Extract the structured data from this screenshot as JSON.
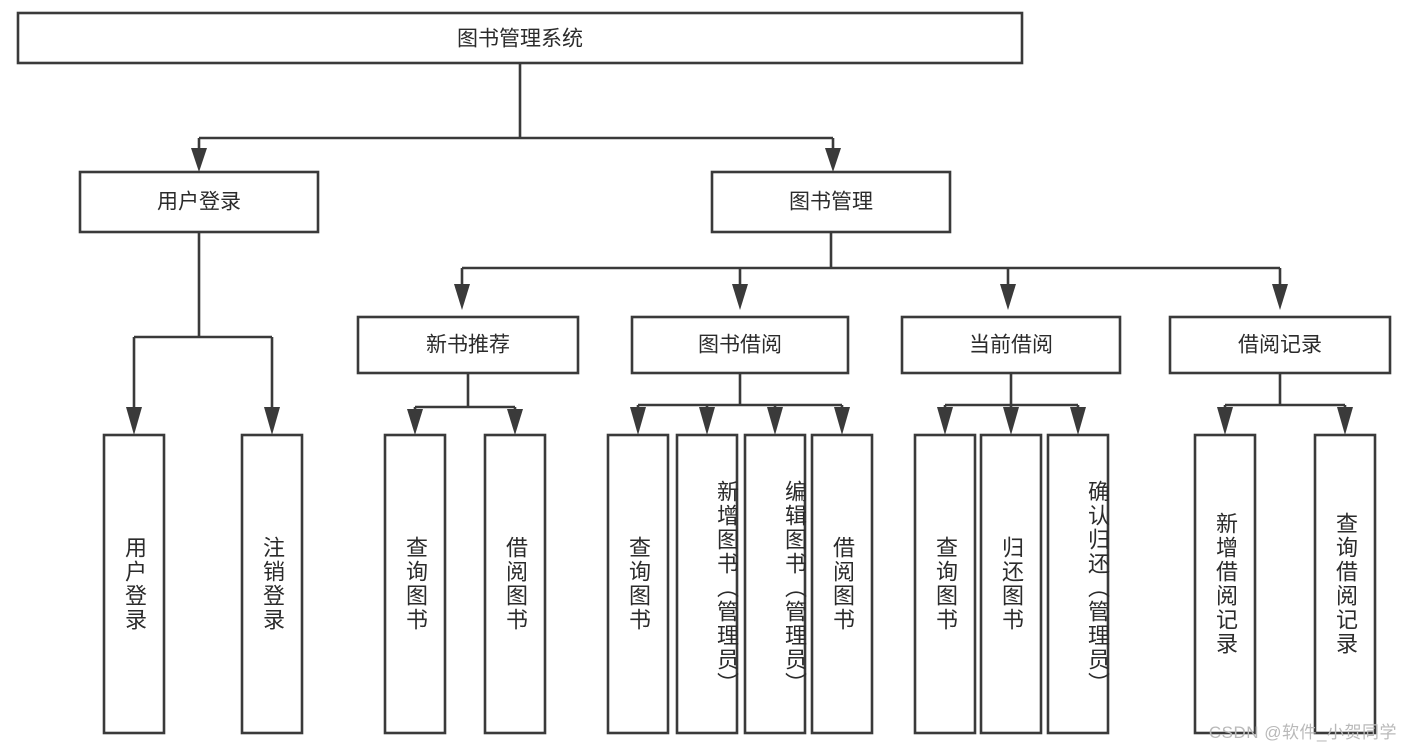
{
  "diagram": {
    "type": "tree-hierarchy",
    "title": "图书管理系统",
    "root": {
      "label": "图书管理系统"
    },
    "level1": [
      {
        "label": "用户登录"
      },
      {
        "label": "图书管理"
      }
    ],
    "level2": [
      {
        "label": "新书推荐"
      },
      {
        "label": "图书借阅"
      },
      {
        "label": "当前借阅"
      },
      {
        "label": "借阅记录"
      }
    ],
    "leaf_groups": [
      {
        "parent": "用户登录",
        "leaves": [
          {
            "label": "用户登录"
          },
          {
            "label": "注销登录"
          }
        ]
      },
      {
        "parent": "新书推荐",
        "leaves": [
          {
            "label": "查询图书"
          },
          {
            "label": "借阅图书"
          }
        ]
      },
      {
        "parent": "图书借阅",
        "leaves": [
          {
            "label": "查询图书"
          },
          {
            "label": "新增图书（管理员）"
          },
          {
            "label": "编辑图书（管理员）"
          },
          {
            "label": "借阅图书"
          }
        ]
      },
      {
        "parent": "当前借阅",
        "leaves": [
          {
            "label": "查询图书"
          },
          {
            "label": "归还图书"
          },
          {
            "label": "确认归还（管理员）"
          }
        ]
      },
      {
        "parent": "借阅记录",
        "leaves": [
          {
            "label": "新增借阅记录"
          },
          {
            "label": "查询借阅记录"
          }
        ]
      }
    ]
  },
  "watermark": {
    "text": "CSDN @软件_小贺同学"
  },
  "colors": {
    "stroke": "#3a3a3a",
    "box_fill": "#ffffff",
    "text": "#2b2b2b",
    "background": "#ffffff",
    "watermark": "#b9b9b9"
  }
}
